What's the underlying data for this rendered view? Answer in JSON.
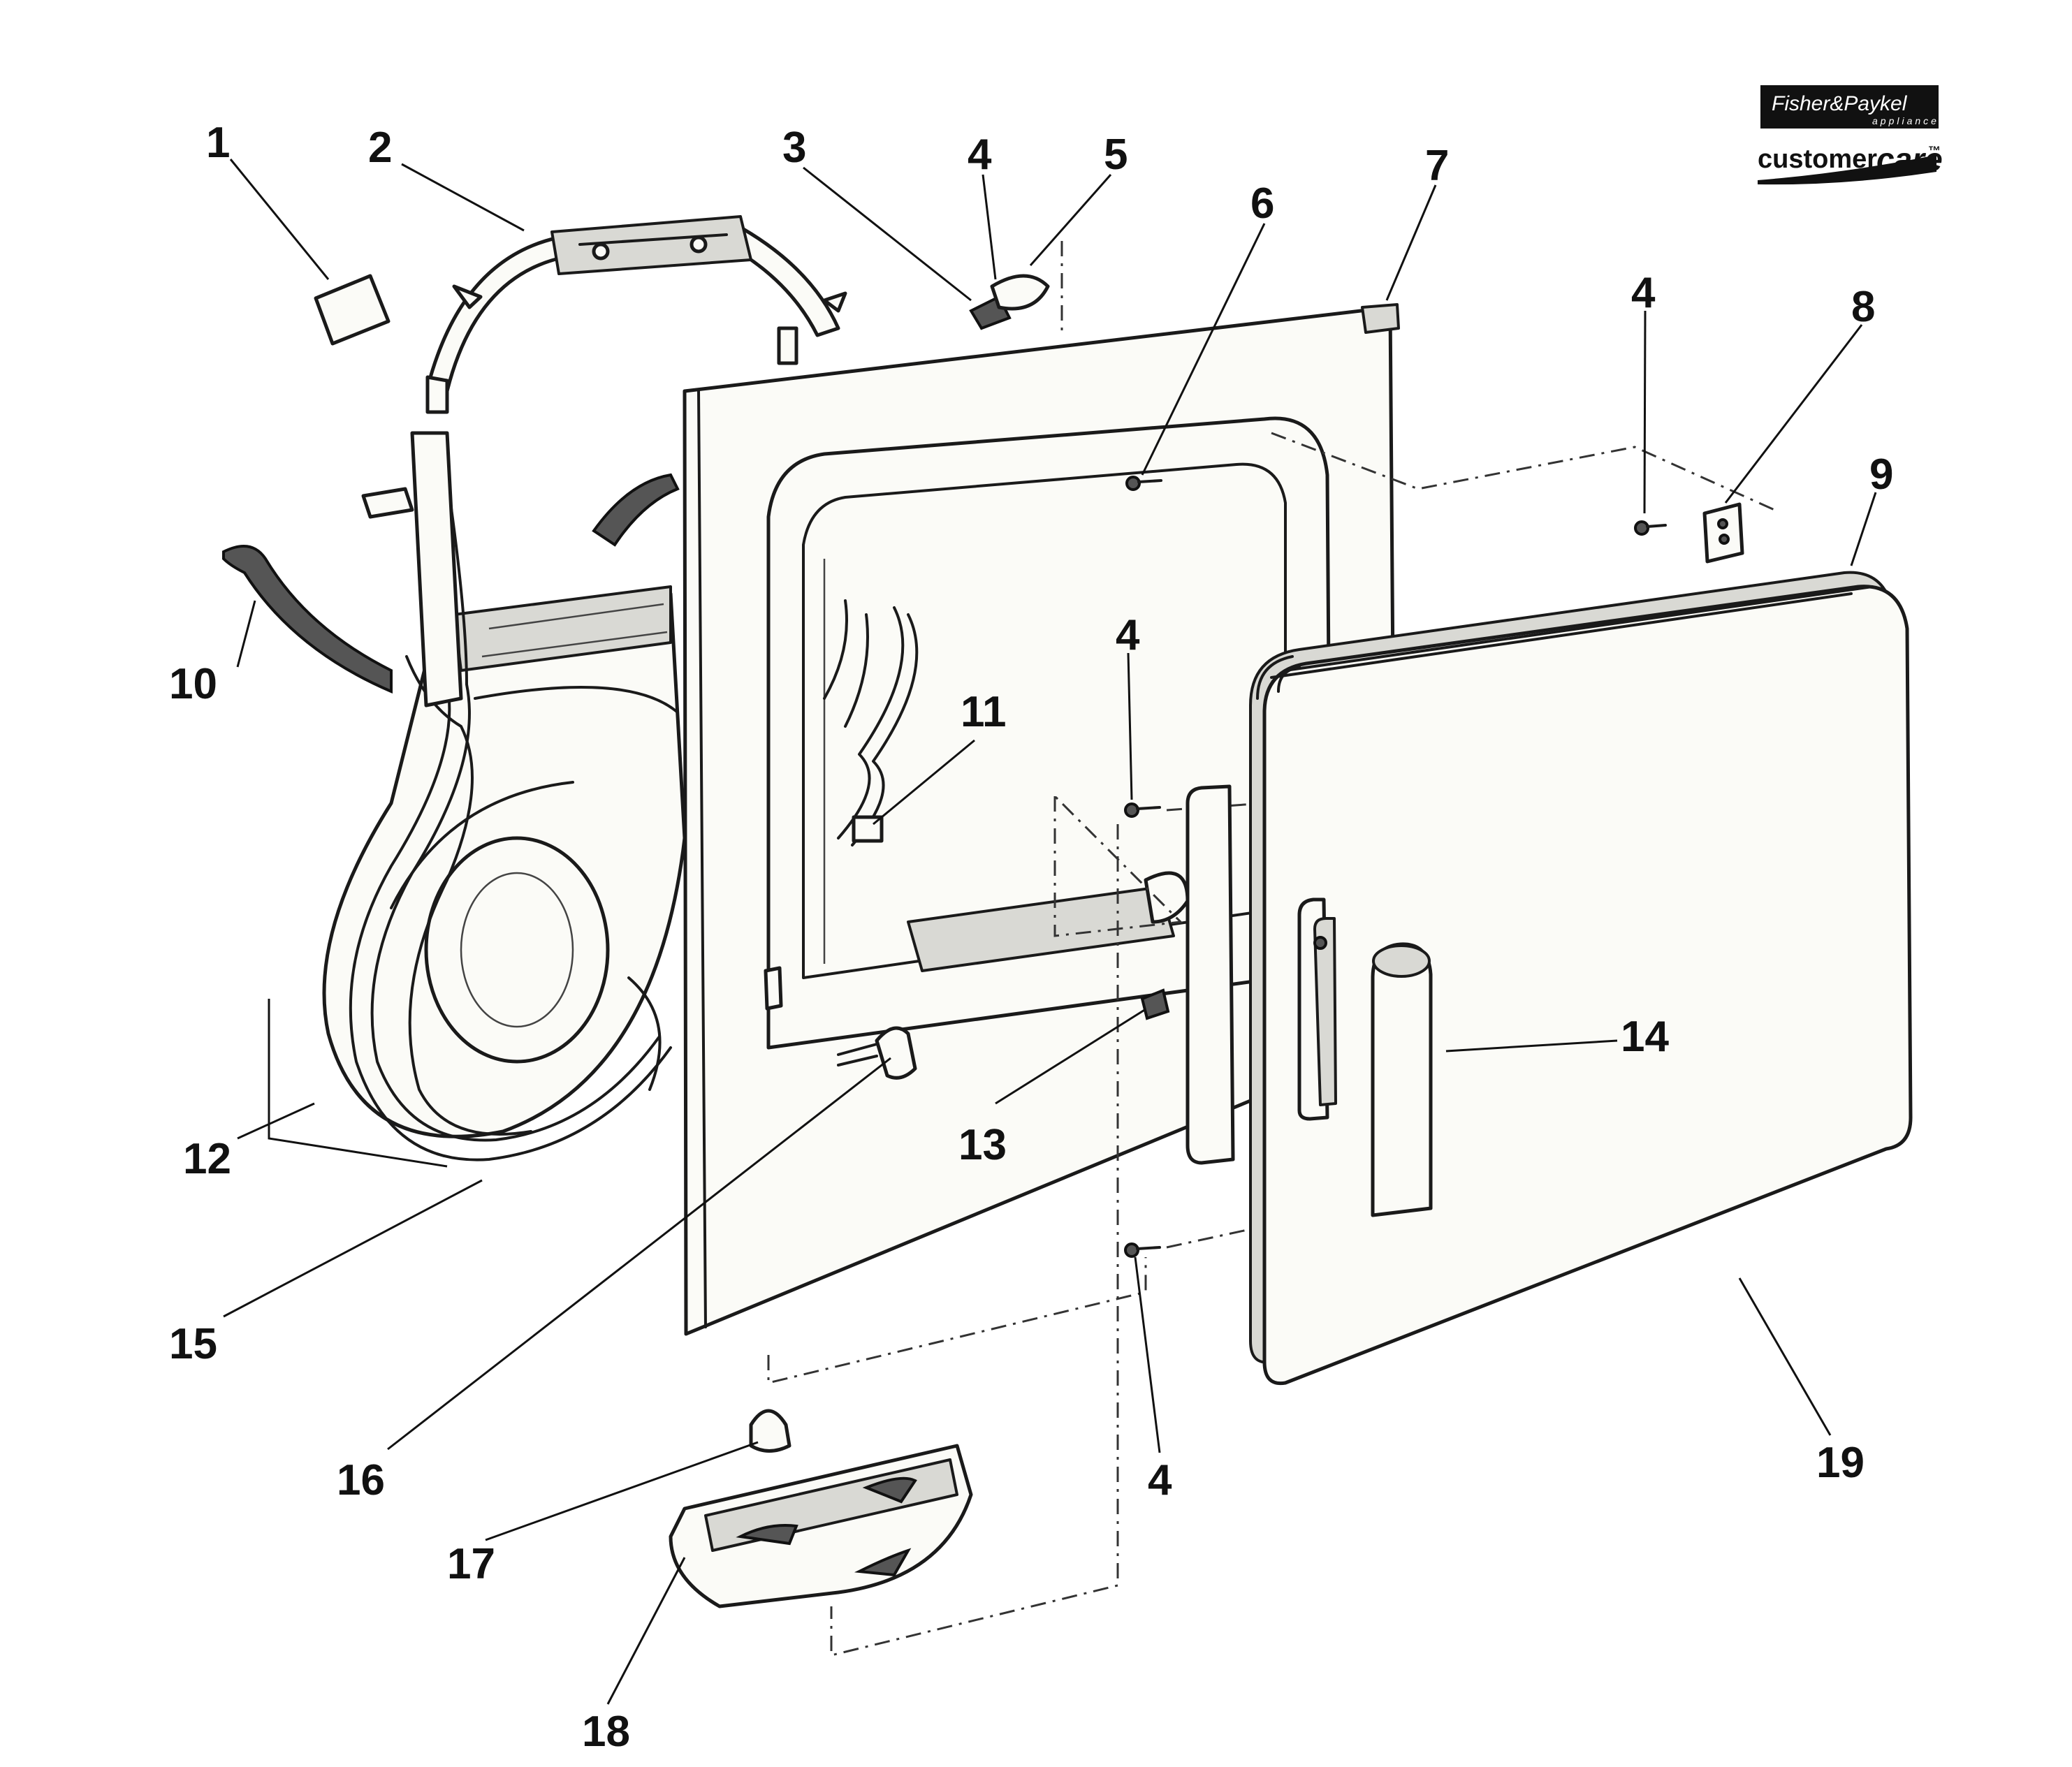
{
  "logo": {
    "brand": "Fisher&Paykel",
    "sub": "appliances",
    "care_prefix": "customer",
    "care_word": "care",
    "tm": "™"
  },
  "callouts": [
    {
      "id": "c1",
      "label": "1"
    },
    {
      "id": "c2",
      "label": "2"
    },
    {
      "id": "c3",
      "label": "3"
    },
    {
      "id": "c4a",
      "label": "4"
    },
    {
      "id": "c5",
      "label": "5"
    },
    {
      "id": "c6",
      "label": "6"
    },
    {
      "id": "c7",
      "label": "7"
    },
    {
      "id": "c4b",
      "label": "4"
    },
    {
      "id": "c8",
      "label": "8"
    },
    {
      "id": "c9",
      "label": "9"
    },
    {
      "id": "c10",
      "label": "10"
    },
    {
      "id": "c11",
      "label": "11"
    },
    {
      "id": "c4c",
      "label": "4"
    },
    {
      "id": "c14",
      "label": "14"
    },
    {
      "id": "c12",
      "label": "12"
    },
    {
      "id": "c13",
      "label": "13"
    },
    {
      "id": "c15",
      "label": "15"
    },
    {
      "id": "c16",
      "label": "16"
    },
    {
      "id": "c4d",
      "label": "4"
    },
    {
      "id": "c19",
      "label": "19"
    },
    {
      "id": "c17",
      "label": "17"
    },
    {
      "id": "c18",
      "label": "18"
    }
  ]
}
